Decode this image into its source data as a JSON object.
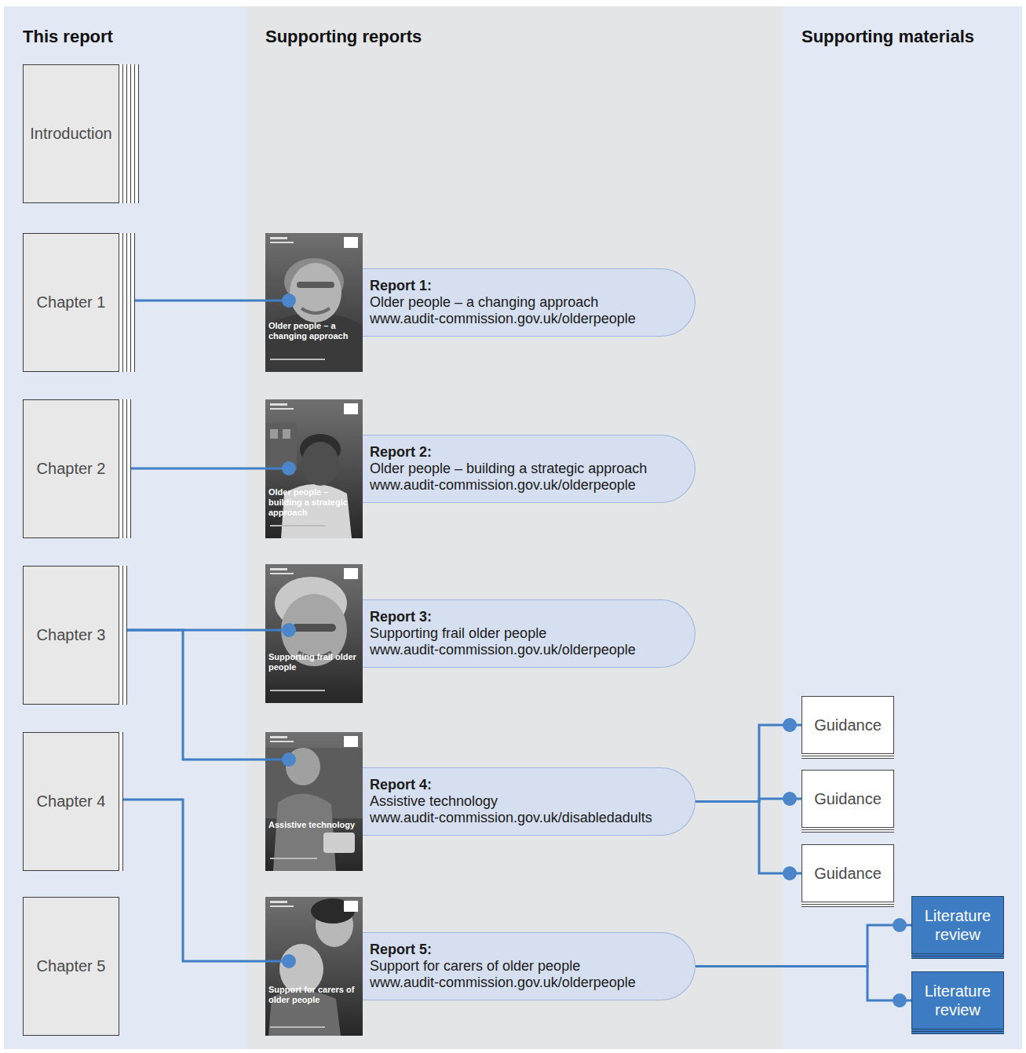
{
  "diagram": {
    "nodes": [
      {
        "text": [
          "Introduction"
        ]
      },
      {
        "text": [
          "Chapter 1"
        ]
      },
      {
        "text": [
          "Chapter 2"
        ]
      },
      {
        "text": [
          "Chapter 3"
        ]
      },
      {
        "text": [
          "Chapter 4"
        ]
      },
      {
        "text": [
          "Chapter 5"
        ]
      },
      {
        "text": [
          "Report 1:",
          "Older people – a changing approach",
          "www.audit-commission.gov.uk/olderpeople"
        ]
      },
      {
        "text": [
          "Report 2:",
          "Older people – building a strategic approach",
          "www.audit-commission.gov.uk/olderpeople"
        ]
      },
      {
        "text": [
          "Report 3:",
          "Supporting frail older people",
          "www.audit-commission.gov.uk/olderpeople"
        ]
      },
      {
        "text": [
          "Report 4:",
          "Assistive technology",
          "www.audit-commission.gov.uk/disabledadults"
        ]
      },
      {
        "text": [
          "Report 5:",
          "Support for carers of older people",
          "www.audit-commission.gov.uk/olderpeople"
        ]
      },
      {
        "text": [
          "Guidance"
        ]
      },
      {
        "text": [
          "Guidance"
        ]
      },
      {
        "text": [
          "Guidance"
        ]
      },
      {
        "text": [
          "Literature review"
        ]
      },
      {
        "text": [
          "Literature review"
        ]
      }
    ],
    "edges": [
      {
        "from": 1,
        "to": 6,
        "arrow": "none"
      },
      {
        "from": 2,
        "to": 7,
        "arrow": "none"
      },
      {
        "from": 3,
        "to": 8,
        "arrow": "none"
      },
      {
        "from": 3,
        "to": 9,
        "arrow": "none"
      },
      {
        "from": 4,
        "to": 10,
        "arrow": "none"
      },
      {
        "from": 9,
        "to": 11,
        "arrow": "none"
      },
      {
        "from": 9,
        "to": 12,
        "arrow": "none"
      },
      {
        "from": 9,
        "to": 13,
        "arrow": "none"
      },
      {
        "from": 10,
        "to": 14,
        "arrow": "none"
      },
      {
        "from": 10,
        "to": 15,
        "arrow": "none"
      }
    ],
    "labels": [
      "This report",
      "Supporting reports",
      "Supporting materials",
      "Older people – a changing approach",
      "Older people – building a strategic approach",
      "Supporting frail older people",
      "Assistive technology",
      "Support for carers of older people"
    ]
  }
}
